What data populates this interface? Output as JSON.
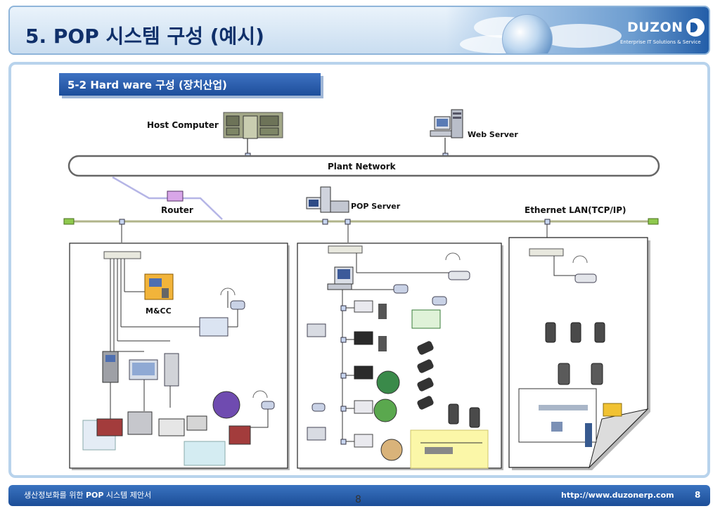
{
  "header": {
    "title": "5.   POP 시스템 구성 (예시)",
    "logo_text": "DUZON",
    "logo_tagline": "Enterprise IT Solutions & Service"
  },
  "section": {
    "title": "5-2 Hard ware 구성 (장치산업)"
  },
  "diagram": {
    "host_computer": "Host Computer",
    "web_server": "Web Server",
    "plant_network": "Plant Network",
    "router": "Router",
    "pop_server": "POP Server",
    "ethernet_lan": "Ethernet LAN(TCP/IP)",
    "mcc": "M&CC"
  },
  "footer": {
    "left_prefix": "생산정보화를 위한 ",
    "left_bold": "POP",
    "left_suffix": " 시스템 제안서",
    "url": "http://www.duzonerp.com",
    "page_number": "8",
    "center_page_number": "8"
  },
  "colors": {
    "header_title": "#10306a",
    "section_bg": "#2b5fae",
    "lan_line": "#b0b48a",
    "node_fill": "#c8d6f0",
    "router_fill": "#d8a6e8"
  }
}
